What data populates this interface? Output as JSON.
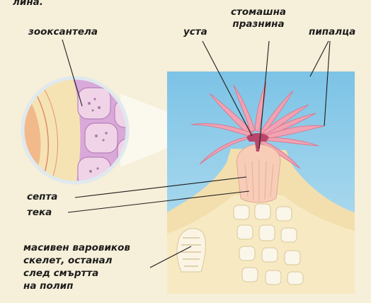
{
  "header": {
    "cut_text": "лина."
  },
  "labels": {
    "zooxanthella": "зооксантела",
    "mouth": "уста",
    "gastric_cavity": "стомашна\nпразнина",
    "tentacles": "пипалца",
    "septa": "септа",
    "theca": "тека",
    "skeleton": "масивен варовиков\nскелет, останал\nслед смъртта\nна полип"
  },
  "colors": {
    "background": "#f6efd9",
    "water": "#8ccbe8",
    "tentacle": "#f2a3b3",
    "polyp_body": "#f7c9b6",
    "skeleton": "#f5e4b4",
    "cell": "#d7a7d8",
    "leader_line": "#1c1c1c"
  }
}
